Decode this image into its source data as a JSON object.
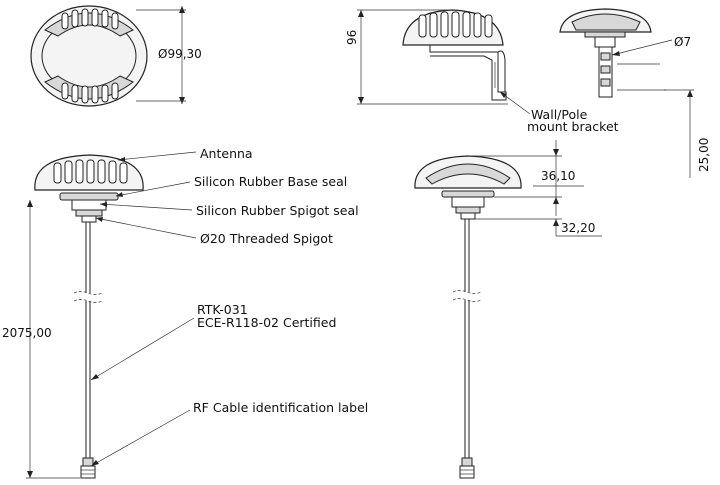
{
  "dimensions": {
    "top_diameter": "Ø99,30",
    "height": "96",
    "spigot_diameter": "Ø7",
    "bracket_offset": "25,00",
    "base_height": "36,10",
    "spigot_length": "32,20",
    "cable_length": "2075,00"
  },
  "labels": {
    "antenna": "Antenna",
    "base_seal": "Silicon Rubber Base seal",
    "spigot_seal": "Silicon Rubber Spigot seal",
    "threaded_spigot": "Ø20 Threaded Spigot",
    "model": "RTK-031",
    "certification": "ECE-R118-02 Certified",
    "rf_label": "RF Cable identification label",
    "bracket_line1": "Wall/Pole",
    "bracket_line2": "mount bracket"
  }
}
